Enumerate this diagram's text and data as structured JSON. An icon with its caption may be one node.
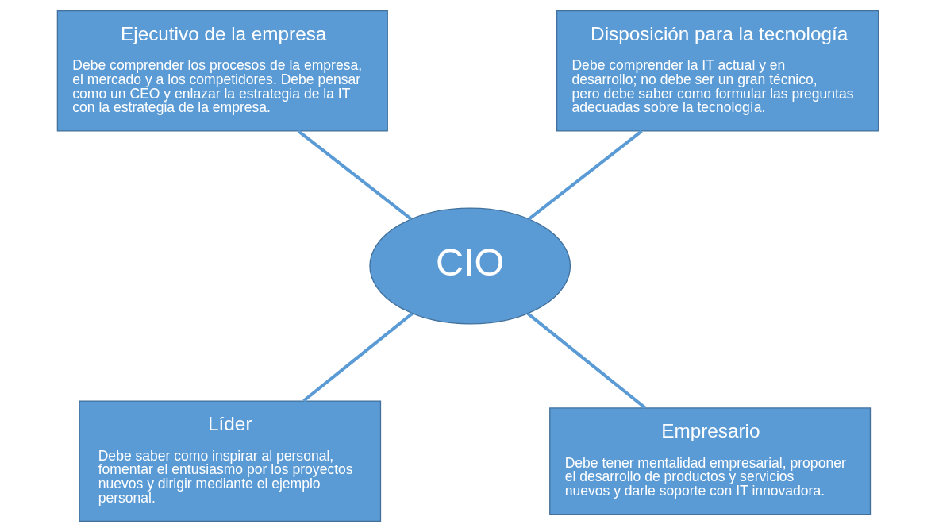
{
  "diagram": {
    "nodes": [
      {
        "text": [
          "Ejecutivo de la empresa",
          "Debe comprender los procesos de la empresa, el mercado y a los competidores. Debe pensar como un CEO y enlazar la estrategia de la IT con la estrategia de la empresa."
        ]
      },
      {
        "text": [
          "Disposición para la tecnología",
          "Debe comprender la IT actual y en desarrollo; no debe ser un gran técnico, pero debe saber como formular las preguntas adecuadas sobre la tecnología."
        ]
      },
      {
        "text": [
          "CIO"
        ]
      },
      {
        "text": [
          "Líder",
          "Debe saber como inspirar al personal, fomentar el entusiasmo por los proyectos nuevos y dirigir mediante el ejemplo personal."
        ]
      },
      {
        "text": [
          "Empresario",
          "Debe tener mentalidad empresarial, proponer el desarrollo de productos y servicios nuevos y darle soporte con IT innovadora."
        ]
      }
    ],
    "edges": [
      {
        "from": 0,
        "to": 2,
        "arrow": "none"
      },
      {
        "from": 1,
        "to": 2,
        "arrow": "none"
      },
      {
        "from": 2,
        "to": 3,
        "arrow": "none"
      },
      {
        "from": 2,
        "to": 4,
        "arrow": "none"
      }
    ]
  }
}
